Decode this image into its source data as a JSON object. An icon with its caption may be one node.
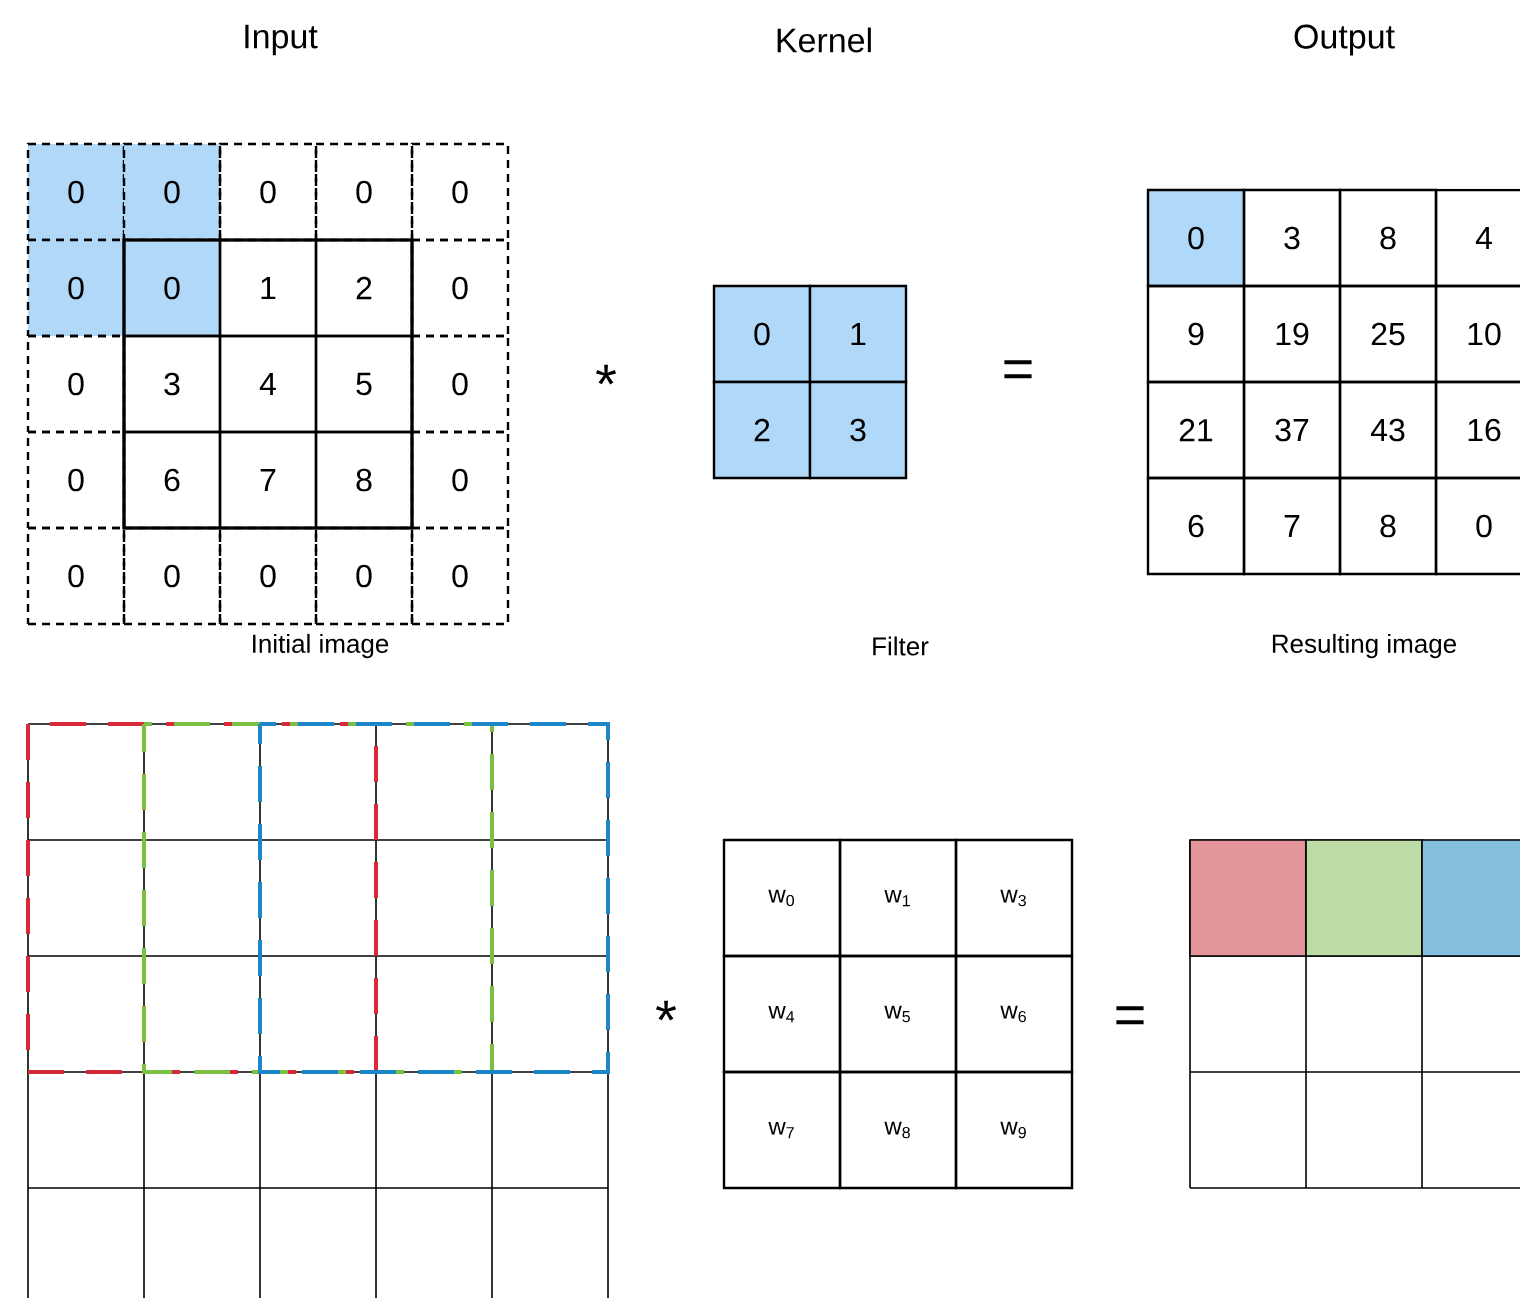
{
  "diagram": {
    "labels": [
      "Input",
      "Kernel",
      "Output",
      "0",
      "0",
      "0",
      "0",
      "0",
      "0",
      "0",
      "1",
      "2",
      "0",
      "0",
      "3",
      "4",
      "5",
      "0",
      "0",
      "6",
      "7",
      "8",
      "0",
      "0",
      "0",
      "0",
      "0",
      "0",
      "*",
      "0",
      "1",
      "2",
      "3",
      "=",
      "0",
      "3",
      "8",
      "4",
      "9",
      "19",
      "25",
      "10",
      "21",
      "37",
      "43",
      "16",
      "6",
      "7",
      "8",
      "0",
      "Initial image",
      "Filter",
      "Resulting image",
      "*",
      "w$_{0}$",
      "w$_{1}$",
      "w$_{3}$",
      "w$_{4}$",
      "w$_{5}$",
      "w$_{6}$",
      "w$_{7}$",
      "w$_{8}$",
      "w$_{9}$",
      "="
    ]
  }
}
